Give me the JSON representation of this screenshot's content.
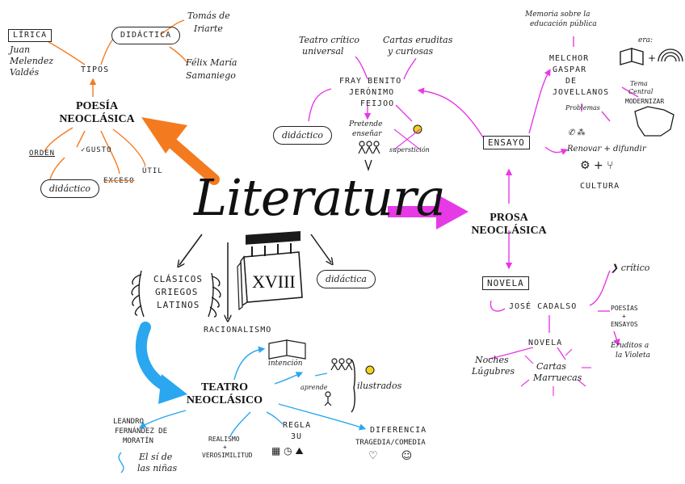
{
  "center": {
    "title": "Literatura"
  },
  "poesia": {
    "heading_line1": "POESÍA",
    "heading_line2": "NEOCLÁSICA",
    "tipos_label": "TIPOS",
    "lirica_label": "LÍRICA",
    "lirica_author": [
      "Juan",
      "Melendez",
      "Valdés"
    ],
    "didactica_label": "DIDÁCTICA",
    "didactica_author1": [
      "Tomás de",
      "Iriarte"
    ],
    "didactica_author2": [
      "Félix María",
      "Samaniego"
    ],
    "traits": [
      "ORDEN",
      "GUSTO",
      "ÚTIL",
      "EXCESO"
    ],
    "trait_bubble": "didáctico"
  },
  "prosa": {
    "heading_line1": "PROSA",
    "heading_line2": "NEOCLÁSICA",
    "ensayo_label": "ENSAYO",
    "feijoo": [
      "FRAY BENITO",
      "JERÓNIMO",
      "FEIJOO"
    ],
    "feijoo_works1": [
      "Teatro crítico",
      "universal"
    ],
    "feijoo_works2": [
      "Cartas eruditas",
      "y curiosas"
    ],
    "feijoo_bubble": "didáctico",
    "pretende": [
      "Pretende",
      "enseñar"
    ],
    "supersticion": "superstición",
    "jovellanos": [
      "MELCHOR",
      "GASPAR",
      "DE",
      "JOVELLANOS"
    ],
    "memoria": [
      "Memoria sobre la",
      "educación pública"
    ],
    "era": "era:",
    "tema": [
      "Tema",
      "Central"
    ],
    "modernizar": "MODERNIZAR",
    "problemas": "Problemas",
    "renovar": "Renovar + difundir",
    "cultura": "CULTURA",
    "novela_label": "NOVELA",
    "cadalso": "JOSÉ CADALSO",
    "critico": "crítico",
    "poesias": [
      "POESÍAS",
      "+",
      "ENSAYOS"
    ],
    "eruditos": [
      "Eruditos a",
      "la Violeta"
    ],
    "novela_sub": "NOVELA",
    "noches": [
      "Noches",
      "Lúgubres"
    ],
    "cartas": [
      "Cartas",
      "Marruecas"
    ]
  },
  "middle": {
    "clasicos": [
      "CLÁSICOS",
      "GRIEGOS",
      "LATINOS"
    ],
    "century": "XVIII",
    "racionalismo": "RACIONALISMO",
    "didactica_bubble": "didáctica"
  },
  "teatro": {
    "heading_line1": "TEATRO",
    "heading_line2": "NEOCLÁSICO",
    "intencion": "intención",
    "aprende": "aprende",
    "ilustrados": "ilustrados",
    "leandro": [
      "LEANDRO",
      "FERNÁNDEZ DE",
      "MORATÍN"
    ],
    "si_ninas": [
      "El sí de",
      "las niñas"
    ],
    "realismo": [
      "REALISMO",
      "+",
      "VEROSIMILITUD"
    ],
    "regla": [
      "REGLA",
      "3U"
    ],
    "diferencia": [
      "DIFERENCIA",
      "TRAGEDIA/COMEDIA"
    ]
  },
  "colors": {
    "orange": "#f47a1f",
    "magenta": "#e63ae6",
    "blue": "#2aa7ef",
    "ink": "#1a1a1a",
    "bulb": "#f2d21b"
  }
}
